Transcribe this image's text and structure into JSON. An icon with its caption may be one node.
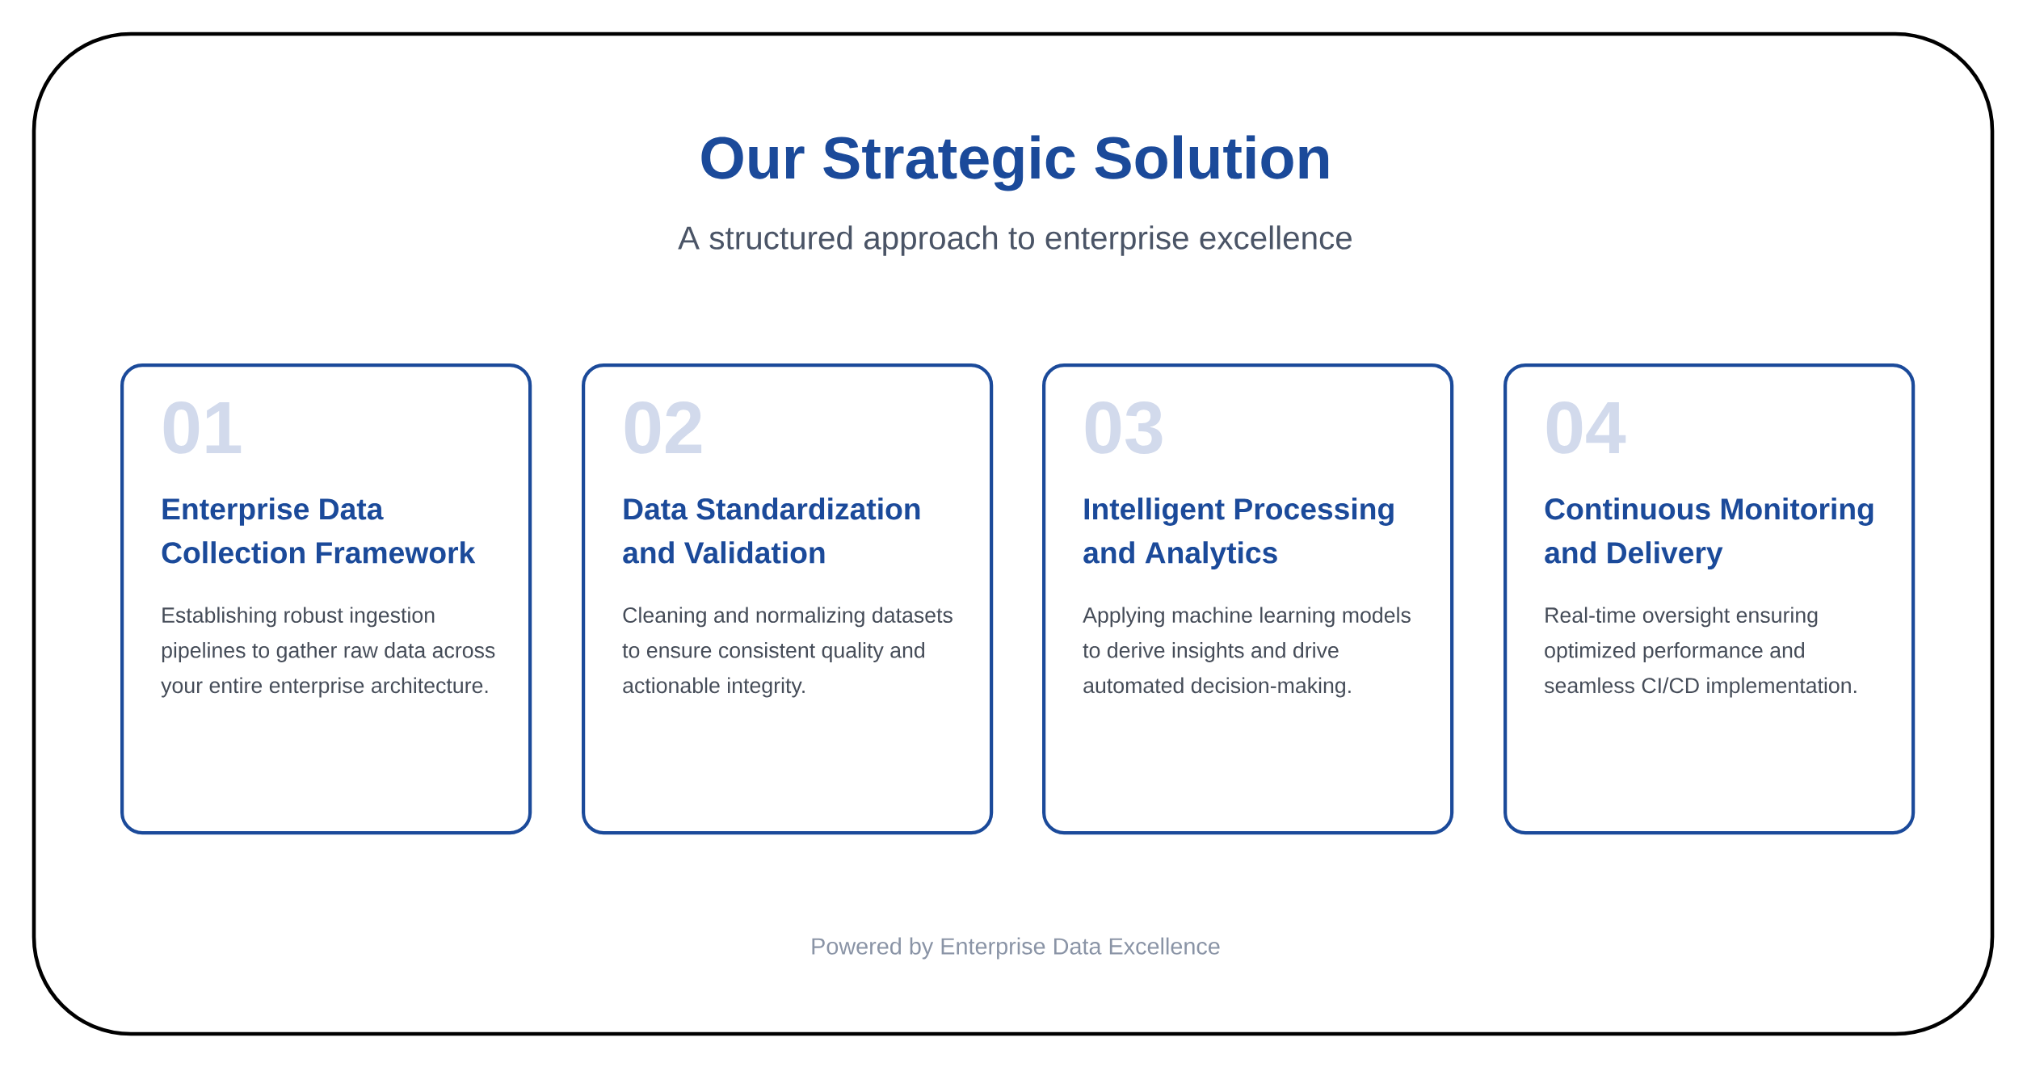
{
  "diagram": {
    "title": "Our Strategic Solution",
    "caption": "A structured approach to enterprise excellence",
    "nodes": [
      {
        "text": [
          "01",
          "Enterprise Data Collection Framework",
          "Establishing robust ingestion pipelines to gather raw data across your entire enterprise architecture."
        ]
      },
      {
        "text": [
          "02",
          "Data Standardization and Validation",
          "Cleaning and normalizing datasets to ensure consistent quality and actionable integrity."
        ]
      },
      {
        "text": [
          "03",
          "Intelligent Processing and Analytics",
          "Applying machine learning models to derive insights and drive automated decision-making."
        ]
      },
      {
        "text": [
          "04",
          "Continuous Monitoring and Delivery",
          "Real-time oversight ensuring optimized performance and seamless CI/CD implementation."
        ]
      }
    ],
    "labels": [
      "Powered by Enterprise Data Excellence"
    ]
  }
}
